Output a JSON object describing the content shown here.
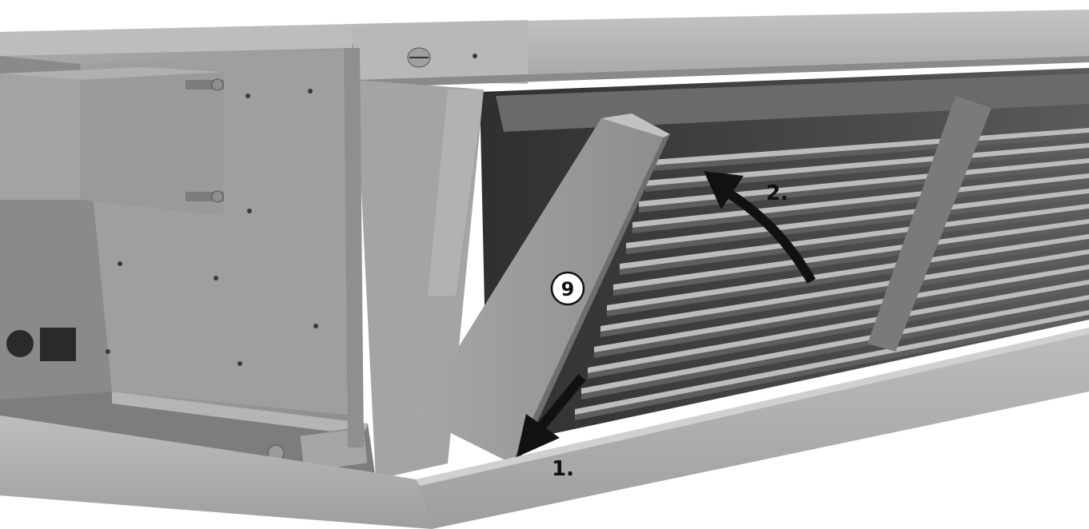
{
  "callouts": {
    "part_number": "9",
    "step1": "1.",
    "step2": "2."
  },
  "colors": {
    "background": "#ffffff",
    "housing_light": "#b3b3b3",
    "housing_mid": "#999999",
    "housing_dark": "#6b6b6b",
    "cavity": "#4a4a4a",
    "arrow": "#111111"
  },
  "icons": [
    "circled-number",
    "arrow-curved-up",
    "arrow-down-left",
    "screw-head"
  ]
}
